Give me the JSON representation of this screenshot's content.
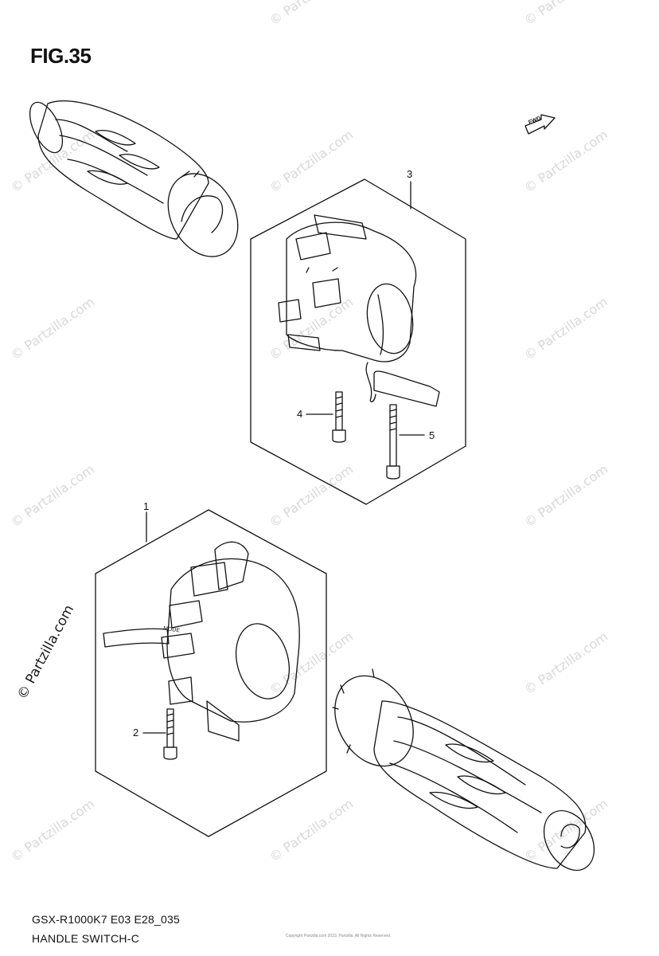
{
  "figure": {
    "title": "FIG.35",
    "code": "GSX-R1000K7 E03 E28_035",
    "caption": "HANDLE SWITCH-C",
    "fwd_label": "FWD",
    "copyright_tiny": "Copyright  Partzilla.com  2023. Partzilla, All Rights Reserved."
  },
  "callouts": [
    {
      "id": "1",
      "label": "1"
    },
    {
      "id": "2",
      "label": "2"
    },
    {
      "id": "3",
      "label": "3"
    },
    {
      "id": "4",
      "label": "4"
    },
    {
      "id": "5",
      "label": "5"
    }
  ],
  "watermark": {
    "text": "© Partzilla.com",
    "color": "#d8d8d8",
    "prominent_color": "#1a1a1a"
  },
  "parts": {
    "switch_right_mark": "MODE"
  }
}
